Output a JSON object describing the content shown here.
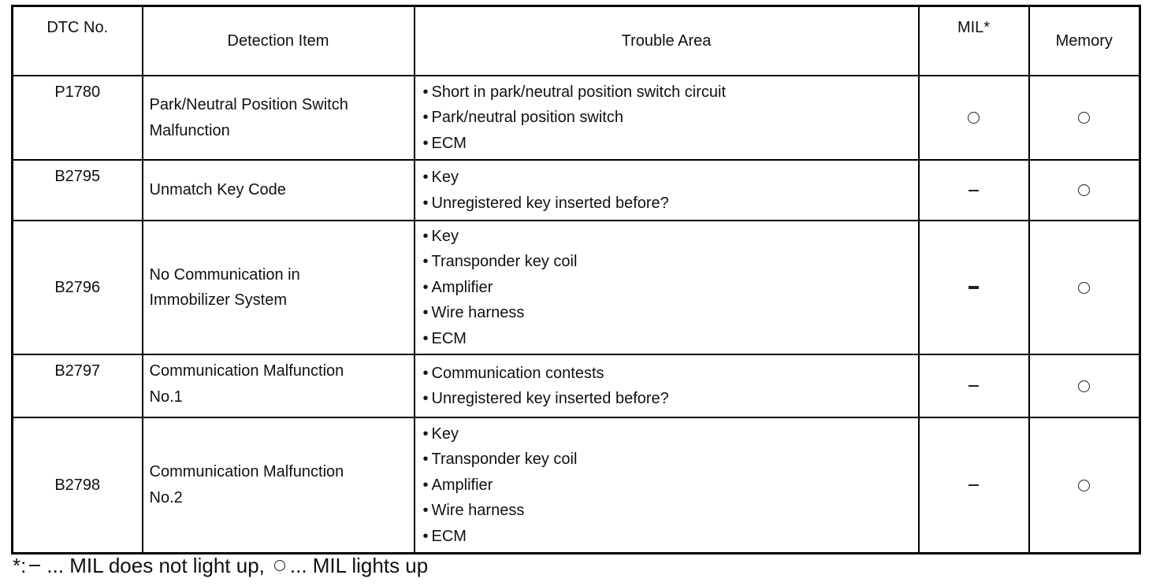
{
  "headers": {
    "dtc": "DTC No.",
    "item": "Detection Item",
    "trouble": "Trouble Area",
    "mil": "MIL*",
    "memory": "Memory"
  },
  "rows": [
    {
      "dtc": "P1780",
      "item_lines": [
        "Park/Neutral Position Switch",
        "Malfunction"
      ],
      "trouble": [
        "Short in park/neutral position switch circuit",
        "Park/neutral position switch",
        "ECM"
      ],
      "mil": "circle",
      "memory": "circle"
    },
    {
      "dtc": "B2795",
      "item_lines": [
        "Unmatch Key Code"
      ],
      "trouble": [
        "Key",
        "Unregistered key inserted before?"
      ],
      "mil": "dash",
      "memory": "circle"
    },
    {
      "dtc": "B2796",
      "item_lines": [
        "No Communication in",
        "Immobilizer System"
      ],
      "trouble": [
        "Key",
        "Transponder key coil",
        "Amplifier",
        "Wire harness",
        "ECM"
      ],
      "mil": "dash",
      "memory": "circle"
    },
    {
      "dtc": "B2797",
      "item_lines": [
        "Communication Malfunction",
        "No.1"
      ],
      "trouble": [
        "Communication contests",
        "Unregistered key inserted before?"
      ],
      "mil": "dash",
      "memory": "circle"
    },
    {
      "dtc": "B2798",
      "item_lines": [
        "Communication Malfunction",
        "No.2"
      ],
      "trouble": [
        "Key",
        "Transponder key coil",
        "Amplifier",
        "Wire harness",
        "ECM"
      ],
      "mil": "dash",
      "memory": "circle"
    }
  ],
  "footnote": {
    "prefix": "*: ",
    "dash_text": "... MIL does not light up,",
    "circle_text": "... MIL lights up"
  },
  "icons": {
    "circle": "circle-mark-icon",
    "dash": "dash-mark-icon"
  }
}
